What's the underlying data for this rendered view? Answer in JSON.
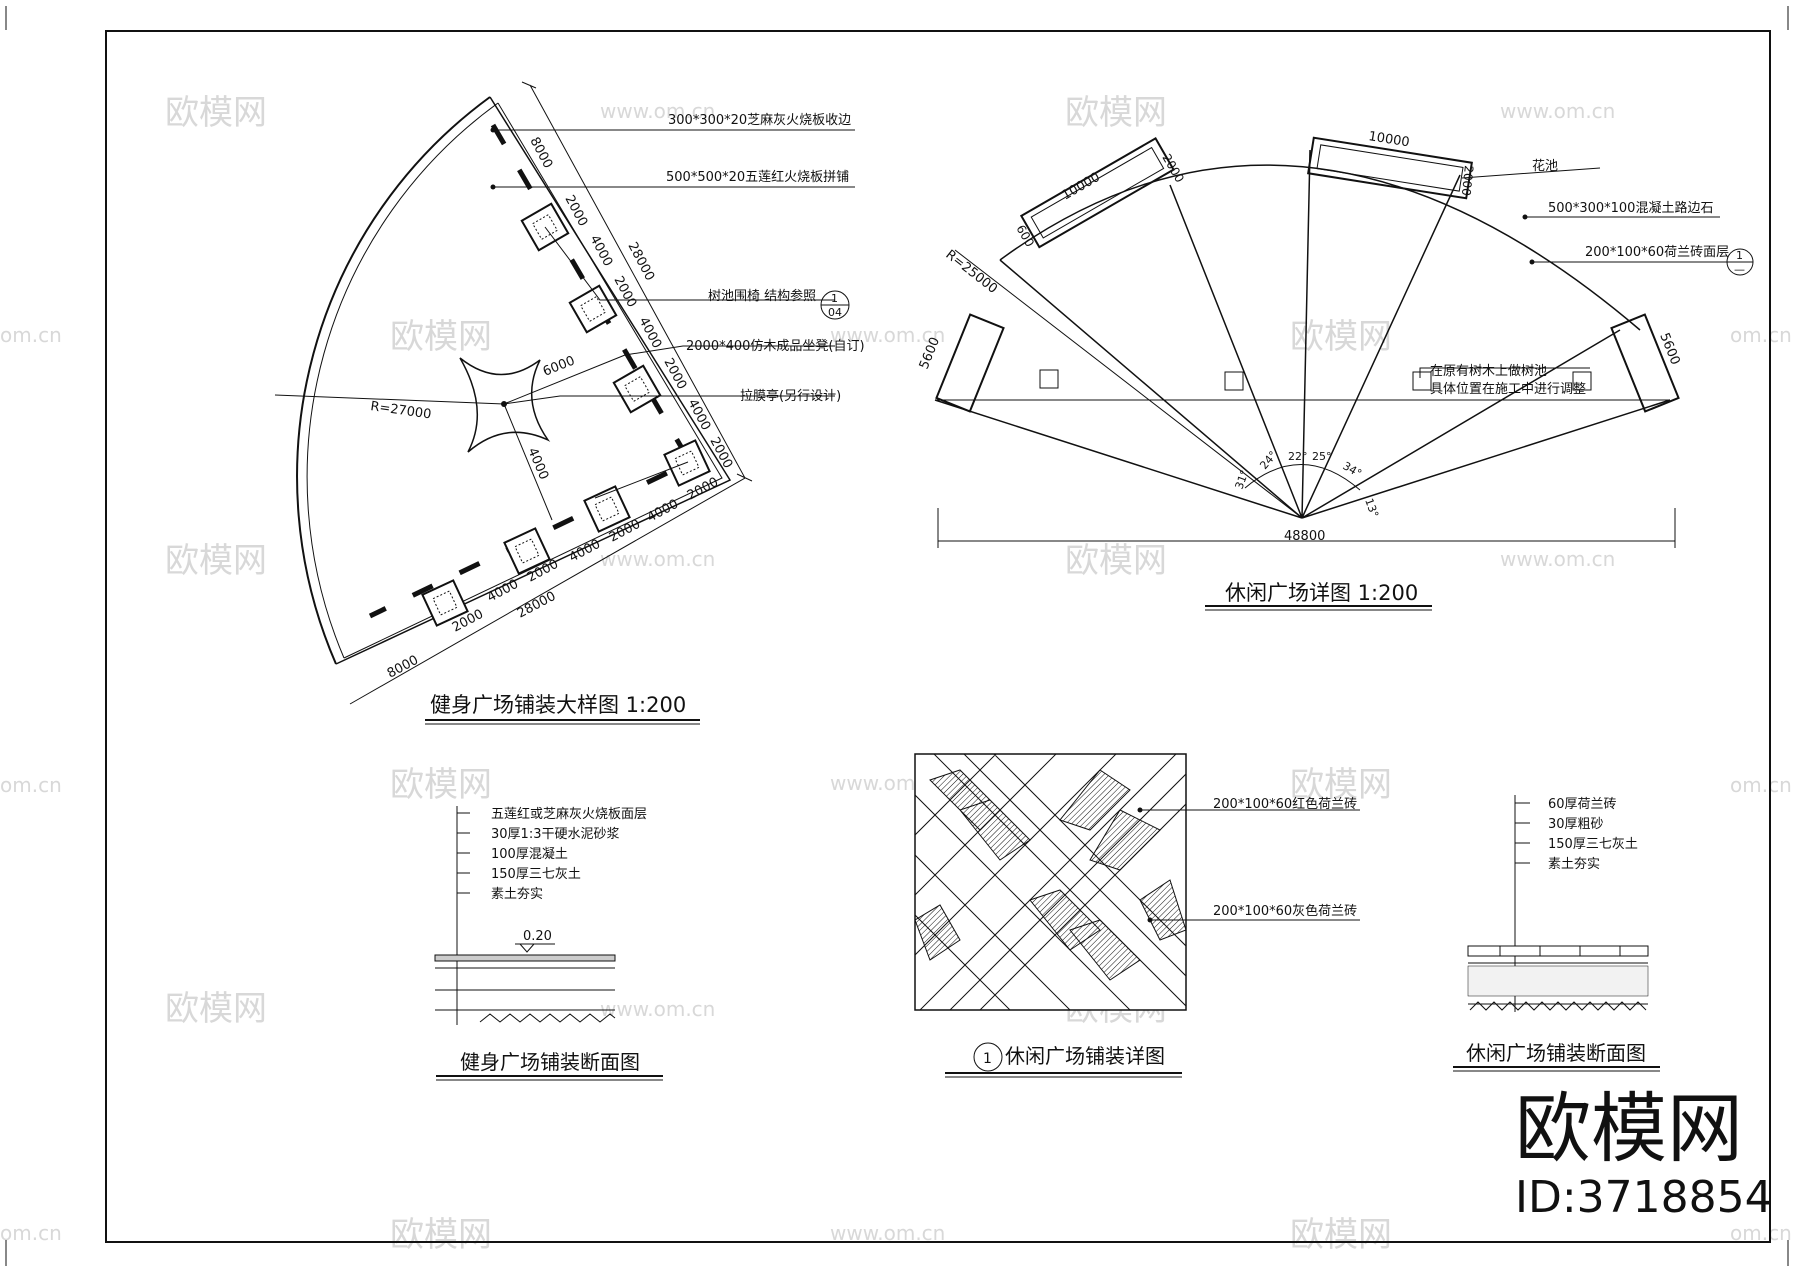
{
  "watermark": {
    "text": "欧模网",
    "url_text": "www.om.cn",
    "edge_text": "om.cn"
  },
  "brand": {
    "logo": "欧模网",
    "id": "ID:3718854"
  },
  "fitness": {
    "title": "健身广场铺装大样图 1:200",
    "radius": "R=27000",
    "callouts": [
      "300*300*20芝麻灰火烧板收边",
      "500*500*20五莲红火烧板拼铺",
      "树池围椅 结构参照",
      "2000*400仿木成品坐凳(自订)",
      "拉膜亭(另行设计)"
    ],
    "ref_num": "1",
    "ref_den": "04",
    "dims": {
      "d8000": "8000",
      "d28000": "28000",
      "d2000": "2000",
      "d4000": "4000",
      "d6000": "6000"
    }
  },
  "leisure": {
    "title": "休闲广场详图 1:200",
    "radius": "R=25000",
    "overall": "48800",
    "callouts": [
      "花池",
      "500*300*100混凝土路边石",
      "200*100*60荷兰砖面层",
      "在原有树木上做树池",
      "具体位置在施工中进行调整"
    ],
    "ref_num": "1",
    "ref_den": "—",
    "dims": {
      "d10000": "10000",
      "d2000": "2000",
      "d600": "600",
      "d5600": "5600"
    },
    "angles": [
      "31°",
      "24°",
      "22°",
      "25°",
      "34°",
      "13°"
    ]
  },
  "section_fitness": {
    "title": "健身广场铺装断面图",
    "layers": [
      "五莲红或芝麻灰火烧板面层",
      "30厚1:3干硬水泥砂浆",
      "100厚混凝土",
      "150厚三七灰土",
      "素土夯实"
    ],
    "elev": "0.20"
  },
  "paving_detail": {
    "number": "1",
    "title": "休闲广场铺装详图",
    "labels": [
      "200*100*60红色荷兰砖",
      "200*100*60灰色荷兰砖"
    ]
  },
  "section_leisure": {
    "title": "休闲广场铺装断面图",
    "layers": [
      "60厚荷兰砖",
      "30厚粗砂",
      "150厚三七灰土",
      "素土夯实"
    ]
  }
}
